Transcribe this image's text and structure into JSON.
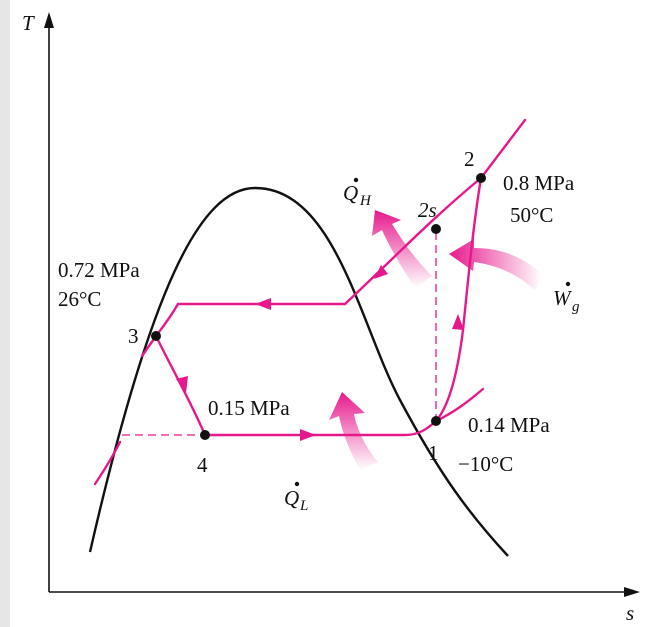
{
  "axes": {
    "y_label": "T",
    "x_label": "s"
  },
  "states": {
    "s1": {
      "id": "1",
      "pressure": "0.14 MPa",
      "temperature": "−10°C"
    },
    "s2": {
      "id": "2",
      "pressure": "0.8 MPa",
      "temperature": "50°C"
    },
    "s2s": {
      "id": "2s"
    },
    "s3": {
      "id": "3",
      "pressure": "0.72 MPa",
      "temperature": "26°C"
    },
    "s4": {
      "id": "4",
      "pressure": "0.15 MPa"
    }
  },
  "heat_work": {
    "q_high": {
      "sym": "Q",
      "sub": "H"
    },
    "q_low": {
      "sym": "Q",
      "sub": "L"
    },
    "work": {
      "sym": "W",
      "sub": "g"
    }
  },
  "colors": {
    "cycle": "#e6198c",
    "dome": "#111111",
    "arrow_fill": "#e6198c"
  }
}
